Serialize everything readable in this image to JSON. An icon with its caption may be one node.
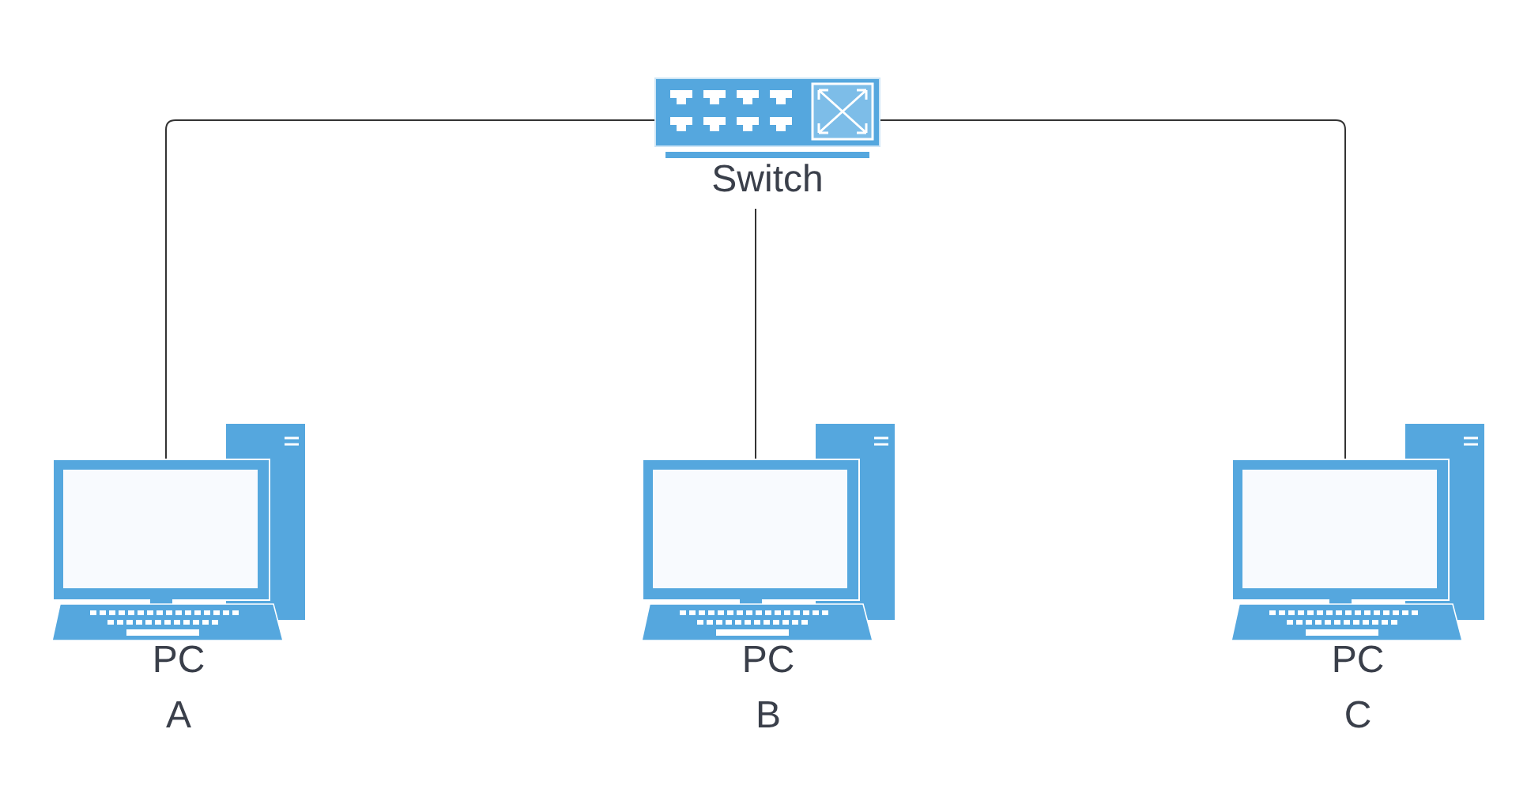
{
  "diagram": {
    "nodes": [
      {
        "text": [
          "Switch"
        ]
      },
      {
        "text": [
          "PC",
          "A"
        ]
      },
      {
        "text": [
          "PC",
          "B"
        ]
      },
      {
        "text": [
          "PC",
          "C"
        ]
      }
    ],
    "edges": [
      {
        "from": 0,
        "to": 1,
        "arrow": "none"
      },
      {
        "from": 0,
        "to": 2,
        "arrow": "none"
      },
      {
        "from": 0,
        "to": 3,
        "arrow": "none"
      }
    ]
  }
}
